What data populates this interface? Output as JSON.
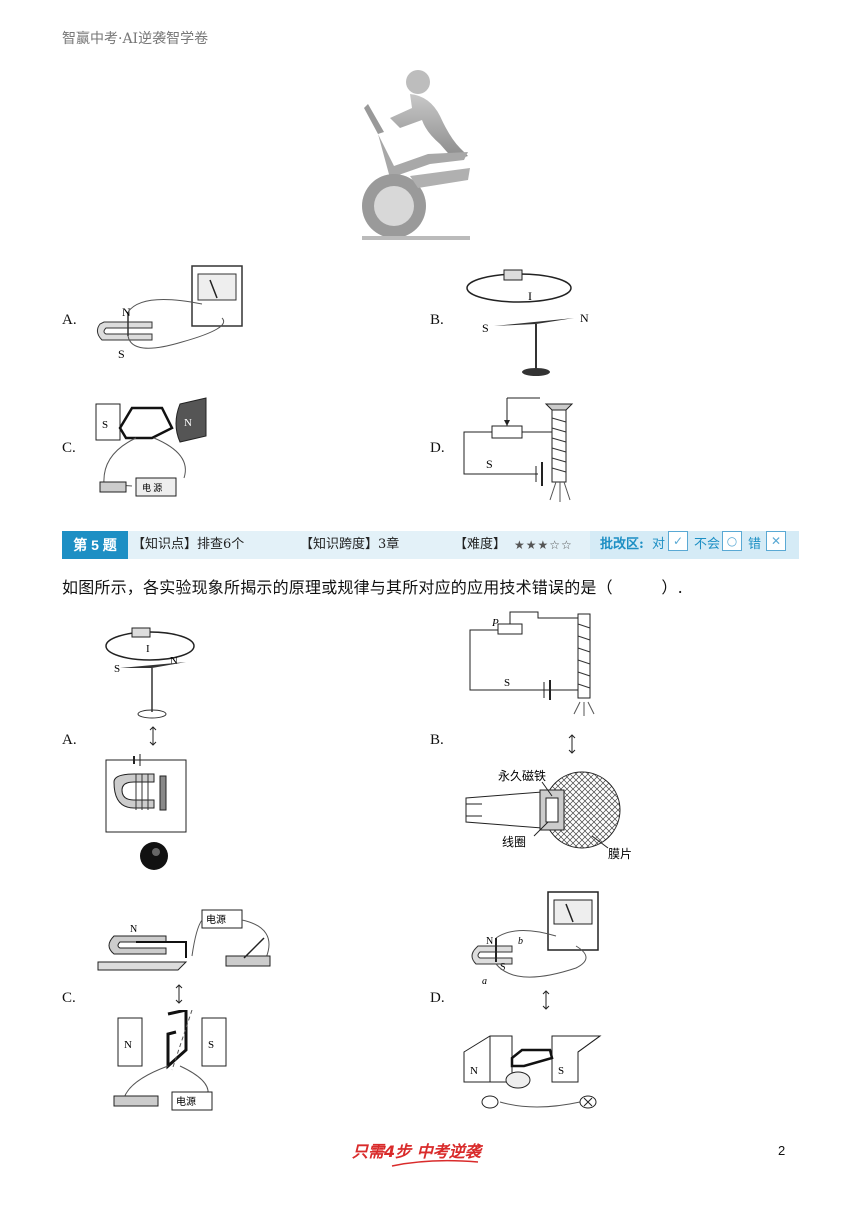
{
  "header": {
    "text": "智赢中考·AI逆袭智学卷"
  },
  "q4_options": {
    "a": "A.",
    "b": "B.",
    "c": "C.",
    "d": "D.",
    "a_labels": {
      "n": "N",
      "s": "S"
    },
    "b_labels": {
      "i": "I",
      "s": "S",
      "n": "N"
    },
    "c_labels": {
      "s": "S",
      "n": "N",
      "battery": "电 源"
    },
    "d_labels": {
      "s": "S"
    }
  },
  "question5": {
    "number": "第 5 题",
    "knowledge": "【知识点】排查6个",
    "span": "【知识跨度】3章",
    "difficulty_label": "【难度】",
    "difficulty_stars": "★★★☆☆",
    "grading_label": "批改区:",
    "correct": "对",
    "unknown": "不会",
    "wrong": "错",
    "correct_icon": "✓",
    "unknown_icon": "○",
    "wrong_icon": "✕",
    "text": "如图所示，各实验现象所揭示的原理或规律与其所对应的应用技术错误的是（　　　）."
  },
  "q5_options": {
    "a": "A.",
    "b": "B.",
    "c": "C.",
    "d": "D.",
    "a_labels": {
      "i": "I",
      "s": "S",
      "n": "N"
    },
    "b_labels": {
      "p": "P",
      "s": "S",
      "magnet": "永久磁铁",
      "coil": "线圈",
      "film": "膜片"
    },
    "c_labels": {
      "n": "N",
      "power": "电源",
      "n2": "N",
      "s2": "S",
      "power2": "电源"
    },
    "d_labels": {
      "n": "N",
      "s": "S",
      "a": "a",
      "b": "b",
      "n2": "N",
      "s2": "S"
    }
  },
  "footer": {
    "logo": "只需4步 中考逆袭",
    "page": "2"
  }
}
